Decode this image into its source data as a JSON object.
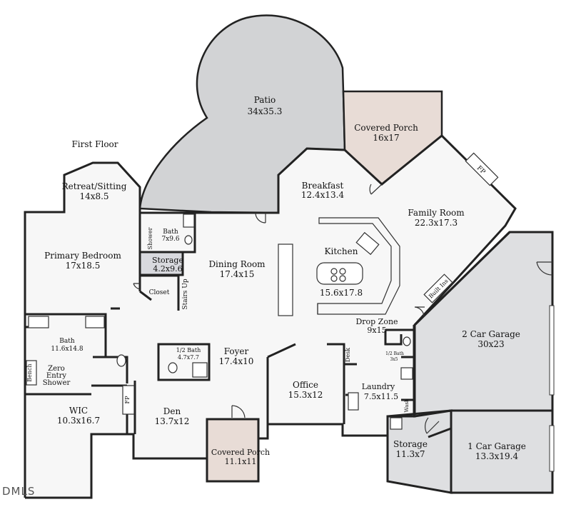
{
  "floor_label": "First Floor",
  "watermark": "DMLS",
  "colors": {
    "interior": "#f7f7f7",
    "patio": "#d2d3d5",
    "covered_porch": "#e8dcd6",
    "garage": "#dedfe1",
    "storage_highlight": "#d8d9de",
    "wall": "#222222"
  },
  "rooms": {
    "patio": {
      "name": "Patio",
      "dims": "34x35.3"
    },
    "covered_porch_rear": {
      "name": "Covered Porch",
      "dims": "16x17"
    },
    "retreat": {
      "name": "Retreat/Sitting",
      "dims": "14x8.5"
    },
    "breakfast": {
      "name": "Breakfast",
      "dims": "12.4x13.4"
    },
    "family_room": {
      "name": "Family Room",
      "dims": "22.3x17.3"
    },
    "fp_family": {
      "name": "FP"
    },
    "bath_small": {
      "name": "Bath",
      "dims": "7x9.6"
    },
    "shower": {
      "name": "Shower"
    },
    "storage_small": {
      "name": "Storage",
      "dims": "4.2x9.6"
    },
    "primary_bedroom": {
      "name": "Primary Bedroom",
      "dims": "17x18.5"
    },
    "dining_room": {
      "name": "Dining Room",
      "dims": "17.4x15"
    },
    "kitchen": {
      "name": "Kitchen",
      "dims": "15.6x17.8"
    },
    "closet": {
      "name": "Closet"
    },
    "stairs": {
      "name": "Stairs Up"
    },
    "built_ins": {
      "name": "Built Ins"
    },
    "bath_primary": {
      "name": "Bath",
      "dims": "11.6x14.8"
    },
    "drop_zone": {
      "name": "Drop Zone",
      "dims": "9x15"
    },
    "two_car_garage": {
      "name": "2 Car Garage",
      "dims": "30x23"
    },
    "half_bath_foyer": {
      "name": "1/2 Bath",
      "dims": "4.7x7.7"
    },
    "foyer": {
      "name": "Foyer",
      "dims": "17.4x10"
    },
    "desk": {
      "name": "Desk"
    },
    "half_bath_laundry": {
      "name": "1/2 Bath",
      "dims": "3x5"
    },
    "bench": {
      "name": "Bench"
    },
    "zero_entry_shower": {
      "line1": "Zero",
      "line2": "Entry",
      "line3": "Shower"
    },
    "office": {
      "name": "Office",
      "dims": "15.3x12"
    },
    "laundry": {
      "name": "Laundry",
      "dims": "7.5x11.5"
    },
    "wash": {
      "name": "Wash"
    },
    "wic": {
      "name": "WIC",
      "dims": "10.3x16.7"
    },
    "fp_den": {
      "name": "FP"
    },
    "den": {
      "name": "Den",
      "dims": "13.7x12"
    },
    "storage_garage": {
      "name": "Storage",
      "dims": "11.3x7"
    },
    "one_car_garage": {
      "name": "1 Car Garage",
      "dims": "13.3x19.4"
    },
    "covered_porch_front": {
      "name": "Covered Porch",
      "dims": "11.1x11"
    }
  }
}
